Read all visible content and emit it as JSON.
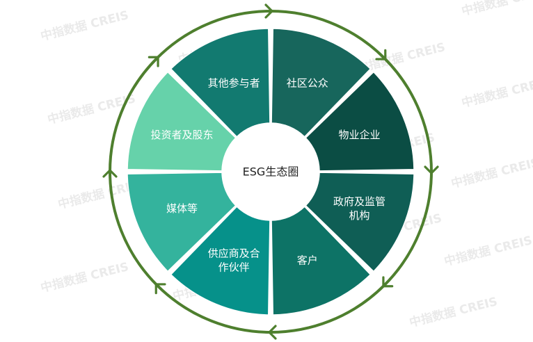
{
  "center": {
    "label": "ESG生态圈"
  },
  "segments": [
    {
      "key": "community",
      "lines": [
        "社区公众"
      ],
      "color": "#17665c"
    },
    {
      "key": "property",
      "lines": [
        "物业企业"
      ],
      "color": "#0b4d44"
    },
    {
      "key": "government",
      "lines": [
        "政府及监管",
        "机构"
      ],
      "color": "#0f5e55"
    },
    {
      "key": "customers",
      "lines": [
        "客户"
      ],
      "color": "#0d7366"
    },
    {
      "key": "suppliers",
      "lines": [
        "供应商及合",
        "作伙伴"
      ],
      "color": "#06918a"
    },
    {
      "key": "media",
      "lines": [
        "媒体等"
      ],
      "color": "#34b39d"
    },
    {
      "key": "investors",
      "lines": [
        "投资者及股东"
      ],
      "color": "#66d2aa"
    },
    {
      "key": "others",
      "lines": [
        "其他参与者"
      ],
      "color": "#127a70"
    }
  ],
  "ring_color": "#4e7f2e",
  "watermark": {
    "text": "中指数据 CREIS"
  }
}
